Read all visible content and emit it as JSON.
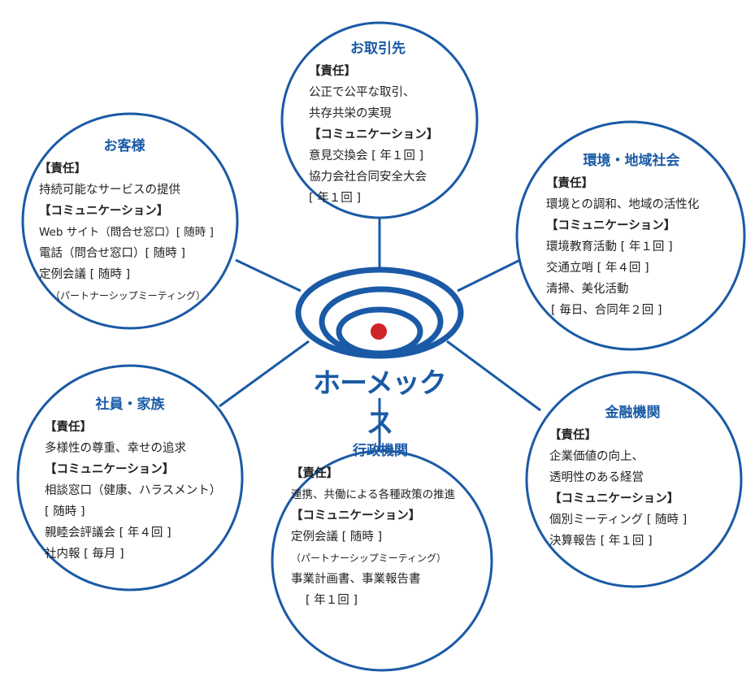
{
  "logo": {
    "name": "ホーメックス"
  },
  "colors": {
    "blue": "#1a5aa6",
    "red": "#d0232a"
  },
  "stakeholders": {
    "partners": {
      "title": "お取引先",
      "resp_label": "【責任】",
      "resp": [
        "公正で公平な取引、",
        "共存共栄の実現"
      ],
      "comm_label": "【コミュニケーション】",
      "comm": [
        "意見交換会 [ 年１回 ]",
        "協力会社合同安全大会",
        "[ 年１回 ]"
      ]
    },
    "customers": {
      "title": "お客様",
      "resp_label": "【責任】",
      "resp": [
        "持続可能なサービスの提供"
      ],
      "comm_label": "【コミュニケーション】",
      "comm": [
        "Web サイト（問合せ窓口）[ 随時 ]",
        "電話（問合せ窓口）[ 随時 ]",
        "定例会議 [ 随時 ]",
        "（パートナーシップミーティング）"
      ]
    },
    "environment": {
      "title": "環境・地域社会",
      "resp_label": "【責任】",
      "resp": [
        "環境との調和、地域の活性化"
      ],
      "comm_label": "【コミュニケーション】",
      "comm": [
        "環境教育活動 [ 年１回 ]",
        "交通立哨 [ 年４回 ]",
        "清掃、美化活動",
        "[ 毎日、合同年２回 ]"
      ]
    },
    "employees": {
      "title": "社員・家族",
      "resp_label": "【責任】",
      "resp": [
        "多様性の尊重、幸せの追求"
      ],
      "comm_label": "【コミュニケーション】",
      "comm": [
        "相談窓口（健康、ハラスメント）",
        "[ 随時 ]",
        "親睦会評議会 [ 年４回 ]",
        "社内報 [ 毎月 ]"
      ]
    },
    "government": {
      "title": "行政機関",
      "resp_label": "【責任】",
      "resp": [
        "連携、共働による各種政策の推進"
      ],
      "comm_label": "【コミュニケーション】",
      "comm": [
        "定例会議 [ 随時 ]",
        "（パートナーシップミーティング）",
        "事業計画書、事業報告書",
        "[ 年１回 ]"
      ]
    },
    "finance": {
      "title": "金融機関",
      "resp_label": "【責任】",
      "resp": [
        "企業価値の向上、",
        "透明性のある経営"
      ],
      "comm_label": "【コミュニケーション】",
      "comm": [
        "個別ミーティング [ 随時 ]",
        "決算報告 [ 年１回 ]"
      ]
    }
  }
}
